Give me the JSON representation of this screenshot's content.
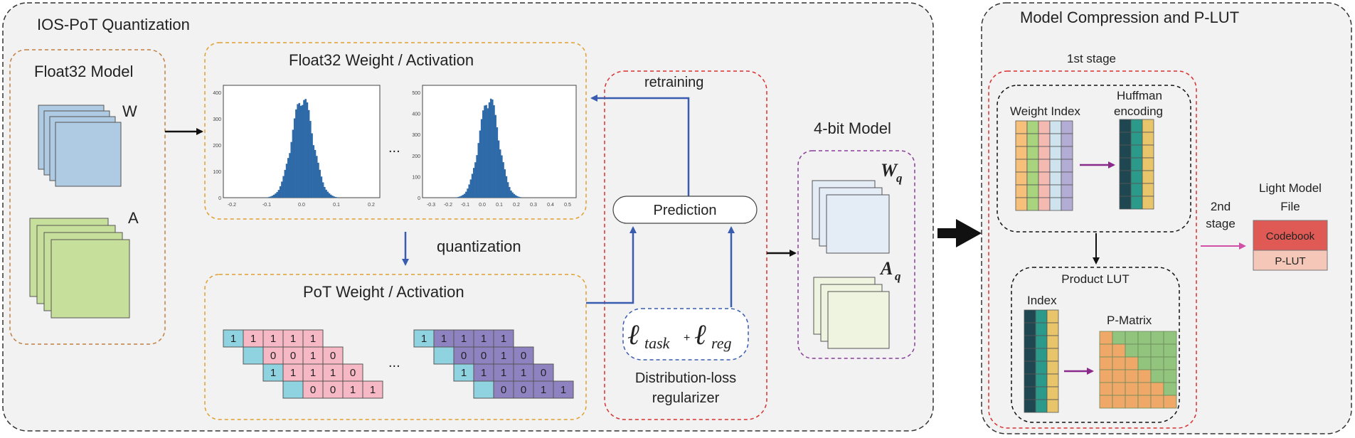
{
  "left_panel": {
    "title": "IOS-PoT Quantization",
    "float_model": {
      "title": "Float32 Model",
      "w_label": "W",
      "a_label": "A"
    },
    "float_weights": {
      "title": "Float32 Weight / Activation",
      "ellipsis": "...",
      "hist1_ticks": [
        "-0.2",
        "-0.1",
        "0.0",
        "0.1",
        "0.2"
      ],
      "hist2_ticks": [
        "-0.3",
        "-0.2",
        "-0.1",
        "0.0",
        "0.1",
        "0.2",
        "0.3",
        "0.4",
        "0.5"
      ],
      "hist1_y": [
        "0",
        "100",
        "200",
        "300",
        "400"
      ],
      "hist2_y": [
        "0",
        "100",
        "200",
        "300",
        "400",
        "500"
      ]
    },
    "quantization_label": "quantization",
    "pot_weights": {
      "title": "PoT Weight / Activation",
      "ellipsis": "...",
      "rows": [
        [
          "1",
          "1",
          "1",
          "1"
        ],
        [
          "0",
          "0",
          "1",
          "0"
        ],
        [
          "1",
          "1",
          "1",
          "0"
        ],
        [
          "0",
          "0",
          "1",
          "1"
        ]
      ]
    },
    "retraining": {
      "label": "retraining",
      "prediction": "Prediction",
      "loss_task_sub": "task",
      "loss_reg_sub": "reg",
      "plus": "+",
      "reg_line1": "Distribution-loss",
      "reg_line2": "regularizer"
    },
    "four_bit": {
      "title": "4-bit Model",
      "wq_base": "W",
      "wq_sub": "q",
      "aq_base": "A",
      "aq_sub": "q"
    }
  },
  "right_panel": {
    "title": "Model Compression and P-LUT",
    "stage1": "1st stage",
    "weight_index": "Weight Index",
    "huffman_line1": "Huffman",
    "huffman_line2": "encoding",
    "product_lut": "Product LUT",
    "index": "Index",
    "p_matrix": "P-Matrix",
    "stage2_line1": "2nd",
    "stage2_line2": "stage",
    "light_model_line1": "Light Model",
    "light_model_line2": "File",
    "codebook": "Codebook",
    "plut": "P-LUT"
  },
  "colors": {
    "panel_bg": "#f2f2f2",
    "orange_dash": "#e0a030",
    "red_dash": "#d93030",
    "purple_dash": "#8a3c9a",
    "blue_arrow": "#3a5cb0",
    "hist_bar": "#2f6aa8",
    "weight_sheet": "#aecbe3",
    "act_sheet": "#c6df9b",
    "pot_cyan": "#8fd3e0",
    "pot_pink": "#f5b8c4",
    "pot_violet": "#8e83c0",
    "codebook": "#e05a55",
    "plut": "#f4c7b8",
    "dark_teal": "#1e4752",
    "teal": "#2b9a8a",
    "gold": "#e8c46a",
    "lut_orange": "#f0a868",
    "lut_green": "#93c47d",
    "magenta_arrow": "#d050a8"
  }
}
